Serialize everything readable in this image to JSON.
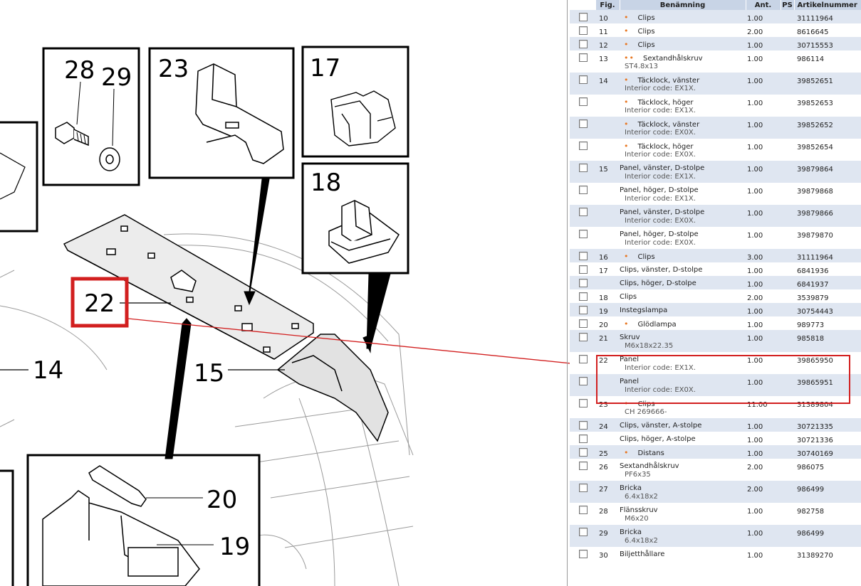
{
  "diagram": {
    "callouts": [
      "28",
      "29",
      "23",
      "17",
      "18",
      "22",
      "14",
      "15",
      "20",
      "19"
    ]
  },
  "table": {
    "headers": [
      "Fig.",
      "Benämning",
      "Ant.",
      "PS",
      "Artikelnummer"
    ],
    "rows": [
      {
        "fig": "10",
        "bullet": "•",
        "name": "Clips",
        "sub": "",
        "qty": "1.00",
        "art": "31111964"
      },
      {
        "fig": "11",
        "bullet": "•",
        "name": "Clips",
        "sub": "",
        "qty": "2.00",
        "art": "8616645"
      },
      {
        "fig": "12",
        "bullet": "•",
        "name": "Clips",
        "sub": "",
        "qty": "1.00",
        "art": "30715553"
      },
      {
        "fig": "13",
        "bullet": "••",
        "name": "Sextandhålskruv",
        "sub": "ST4.8x13",
        "qty": "1.00",
        "art": "986114"
      },
      {
        "fig": "14",
        "bullet": "•",
        "name": "Täcklock, vänster",
        "sub": "Interior code: EX1X.",
        "qty": "1.00",
        "art": "39852651"
      },
      {
        "fig": "",
        "bullet": "•",
        "name": "Täcklock, höger",
        "sub": "Interior code: EX1X.",
        "qty": "1.00",
        "art": "39852653"
      },
      {
        "fig": "",
        "bullet": "•",
        "name": "Täcklock, vänster",
        "sub": "Interior code: EX0X.",
        "qty": "1.00",
        "art": "39852652"
      },
      {
        "fig": "",
        "bullet": "•",
        "name": "Täcklock, höger",
        "sub": "Interior code: EX0X.",
        "qty": "1.00",
        "art": "39852654"
      },
      {
        "fig": "15",
        "bullet": "",
        "name": "Panel, vänster, D-stolpe",
        "sub": "Interior code: EX1X.",
        "qty": "1.00",
        "art": "39879864"
      },
      {
        "fig": "",
        "bullet": "",
        "name": "Panel, höger, D-stolpe",
        "sub": "Interior code: EX1X.",
        "qty": "1.00",
        "art": "39879868"
      },
      {
        "fig": "",
        "bullet": "",
        "name": "Panel, vänster, D-stolpe",
        "sub": "Interior code: EX0X.",
        "qty": "1.00",
        "art": "39879866"
      },
      {
        "fig": "",
        "bullet": "",
        "name": "Panel, höger, D-stolpe",
        "sub": "Interior code: EX0X.",
        "qty": "1.00",
        "art": "39879870"
      },
      {
        "fig": "16",
        "bullet": "•",
        "name": "Clips",
        "sub": "",
        "qty": "3.00",
        "art": "31111964"
      },
      {
        "fig": "17",
        "bullet": "",
        "name": "Clips, vänster, D-stolpe",
        "sub": "",
        "qty": "1.00",
        "art": "6841936"
      },
      {
        "fig": "",
        "bullet": "",
        "name": "Clips, höger, D-stolpe",
        "sub": "",
        "qty": "1.00",
        "art": "6841937"
      },
      {
        "fig": "18",
        "bullet": "",
        "name": "Clips",
        "sub": "",
        "qty": "2.00",
        "art": "3539879"
      },
      {
        "fig": "19",
        "bullet": "",
        "name": "Instegslampa",
        "sub": "",
        "qty": "1.00",
        "art": "30754443"
      },
      {
        "fig": "20",
        "bullet": "•",
        "name": "Glödlampa",
        "sub": "",
        "qty": "1.00",
        "art": "989773"
      },
      {
        "fig": "21",
        "bullet": "",
        "name": "Skruv",
        "sub": "M6x18x22.35",
        "qty": "1.00",
        "art": "985818"
      },
      {
        "fig": "22",
        "bullet": "",
        "name": "Panel",
        "sub": "Interior code: EX1X.",
        "qty": "1.00",
        "art": "39865950"
      },
      {
        "fig": "",
        "bullet": "",
        "name": "Panel",
        "sub": "Interior code: EX0X.",
        "qty": "1.00",
        "art": "39865951"
      },
      {
        "fig": "23",
        "bullet": "•",
        "name": "Clips",
        "sub": "CH 269666-",
        "qty": "11.00",
        "art": "31389804"
      },
      {
        "fig": "24",
        "bullet": "",
        "name": "Clips, vänster, A-stolpe",
        "sub": "",
        "qty": "1.00",
        "art": "30721335"
      },
      {
        "fig": "",
        "bullet": "",
        "name": "Clips, höger, A-stolpe",
        "sub": "",
        "qty": "1.00",
        "art": "30721336"
      },
      {
        "fig": "25",
        "bullet": "•",
        "name": "Distans",
        "sub": "",
        "qty": "1.00",
        "art": "30740169"
      },
      {
        "fig": "26",
        "bullet": "",
        "name": "Sextandhålskruv",
        "sub": "PF6x35",
        "qty": "2.00",
        "art": "986075"
      },
      {
        "fig": "27",
        "bullet": "",
        "name": "Bricka",
        "sub": "6.4x18x2",
        "qty": "2.00",
        "art": "986499"
      },
      {
        "fig": "28",
        "bullet": "",
        "name": "Flänsskruv",
        "sub": "M6x20",
        "qty": "1.00",
        "art": "982758"
      },
      {
        "fig": "29",
        "bullet": "",
        "name": "Bricka",
        "sub": "6.4x18x2",
        "qty": "1.00",
        "art": "986499"
      },
      {
        "fig": "30",
        "bullet": "",
        "name": "Biljetthållare",
        "sub": "",
        "qty": "1.00",
        "art": "31389270"
      }
    ]
  },
  "colors": {
    "highlight": "#d21f1f",
    "bullet": "#e87722",
    "header_bg": "#c8d4e6",
    "row_alt_bg": "#dfe6f1"
  }
}
